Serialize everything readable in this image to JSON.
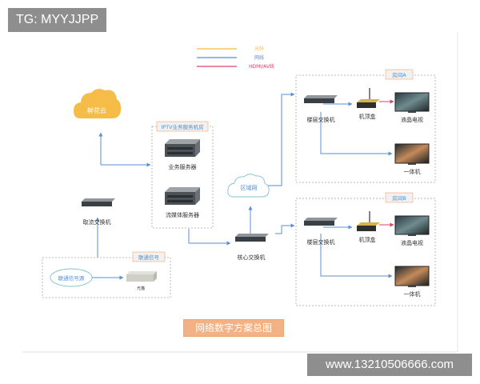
{
  "watermarks": {
    "top": "TG: MYYJJPP",
    "bottom": "www.13210506666.com"
  },
  "legend": {
    "items": [
      {
        "label": "光纤",
        "color": "#f5b945"
      },
      {
        "label": "网线",
        "color": "#5b8fd6"
      },
      {
        "label": "HDMI/AV线",
        "color": "#d9436a"
      }
    ]
  },
  "nodes": {
    "cloud": "鲜花云",
    "iptv_group": "IPTV业务服务机房",
    "business_server": "业务服务器",
    "media_server": "流媒体服务器",
    "access_switch": "取流交换机",
    "lan": "区域网",
    "core_switch": "核心交换机",
    "source_group": "联通信号",
    "unicom_source": "联通信号源",
    "optical_modem": "光猫"
  },
  "rooms": [
    {
      "name": "房间A",
      "floor_switch": "楼层交换机",
      "stb": "机顶盒",
      "tv": "液晶电视",
      "aio": "一体机"
    },
    {
      "name": "房间B",
      "floor_switch": "楼层交换机",
      "stb": "机顶盒",
      "tv": "液晶电视",
      "aio": "一体机"
    }
  ],
  "diagram_title": "网络数字方案总图",
  "colors": {
    "fiber": "#f5b945",
    "network": "#5b8fd6",
    "hdmi": "#d9436a",
    "group_border": "#b8b8b8",
    "label_fill": "#f1f1f1",
    "label_text": "#4a8fd8",
    "cloud": "#f6bc48"
  }
}
